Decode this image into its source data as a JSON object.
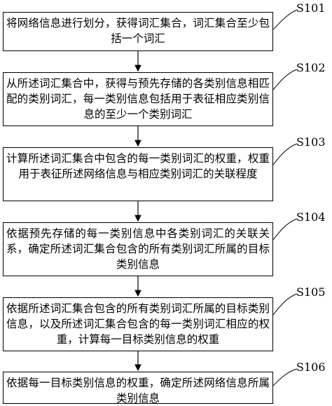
{
  "steps": [
    {
      "id": "S101",
      "text": "将网络信息进行划分，获得词汇集合，词汇集合至少包括一个词汇"
    },
    {
      "id": "S102",
      "text": "从所述词汇集合中，获得与预先存储的各类别信息相匹配的类别词汇，每一类别信息包括用于表征相应类别信息的至少一个类别词汇"
    },
    {
      "id": "S103",
      "text": "计算所述词汇集合中包含的每一类别词汇的权重，权重用于表征所述网络信息与相应类别词汇的关联程度"
    },
    {
      "id": "S104",
      "text": "依据预先存储的每一类别信息中各类别词汇的关联关系，确定所述词汇集合包含的所有类别词汇所属的目标类别信息"
    },
    {
      "id": "S105",
      "text": "依据所述词汇集合包含的所有类别词汇所属的目标类别信息，以及所述词汇集合包含的每一类别词汇相应的权重，计算每一目标类别信息的权重"
    },
    {
      "id": "S106",
      "text": "依据每一目标类别信息的权重，确定所述网络信息所属类别信息"
    }
  ]
}
